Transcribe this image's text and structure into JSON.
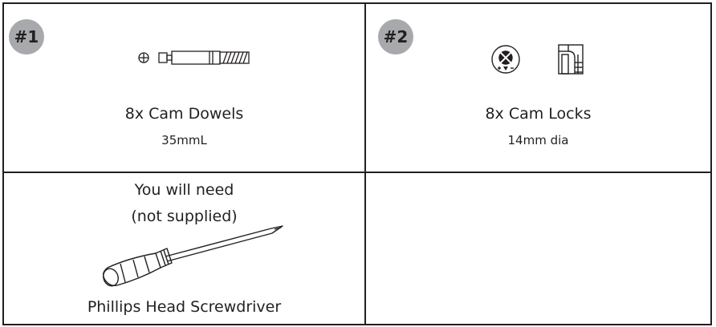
{
  "cells": [
    {
      "badge": "#1",
      "title": "8x Cam Dowels",
      "subtitle": "35mmL",
      "icon": "cam-dowel-icon"
    },
    {
      "badge": "#2",
      "title": "8x Cam Locks",
      "subtitle": "14mm dia",
      "icon": "cam-lock-icon"
    }
  ],
  "tools": {
    "line1": "You will need",
    "line2": "(not supplied)",
    "label": "Phillips Head Screwdriver",
    "icon": "phillips-screwdriver-icon"
  }
}
